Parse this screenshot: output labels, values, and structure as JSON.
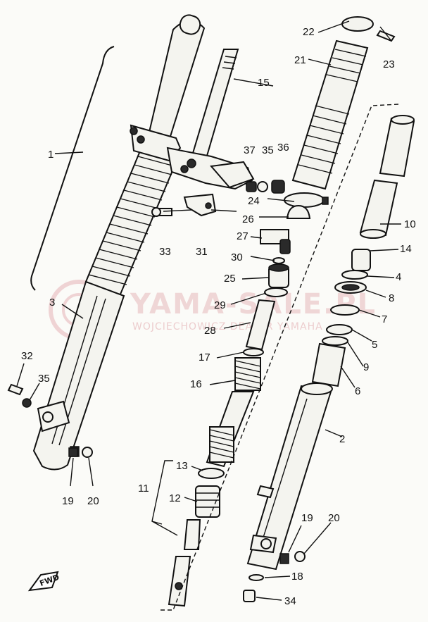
{
  "callouts": [
    {
      "id": "c1",
      "label": "1"
    },
    {
      "id": "c2",
      "label": "2"
    },
    {
      "id": "c3",
      "label": "3"
    },
    {
      "id": "c4",
      "label": "4"
    },
    {
      "id": "c5",
      "label": "5"
    },
    {
      "id": "c6",
      "label": "6"
    },
    {
      "id": "c7",
      "label": "7"
    },
    {
      "id": "c8",
      "label": "8"
    },
    {
      "id": "c9",
      "label": "9"
    },
    {
      "id": "c10",
      "label": "10"
    },
    {
      "id": "c11",
      "label": "11"
    },
    {
      "id": "c12",
      "label": "12"
    },
    {
      "id": "c13",
      "label": "13"
    },
    {
      "id": "c14",
      "label": "14"
    },
    {
      "id": "c15",
      "label": "15"
    },
    {
      "id": "c16",
      "label": "16"
    },
    {
      "id": "c17",
      "label": "17"
    },
    {
      "id": "c18",
      "label": "18"
    },
    {
      "id": "c19a",
      "label": "19"
    },
    {
      "id": "c19b",
      "label": "19"
    },
    {
      "id": "c20a",
      "label": "20"
    },
    {
      "id": "c20b",
      "label": "20"
    },
    {
      "id": "c21",
      "label": "21"
    },
    {
      "id": "c22",
      "label": "22"
    },
    {
      "id": "c23",
      "label": "23"
    },
    {
      "id": "c24",
      "label": "24"
    },
    {
      "id": "c25",
      "label": "25"
    },
    {
      "id": "c26",
      "label": "26"
    },
    {
      "id": "c27",
      "label": "27"
    },
    {
      "id": "c28",
      "label": "28"
    },
    {
      "id": "c29",
      "label": "29"
    },
    {
      "id": "c30",
      "label": "30"
    },
    {
      "id": "c31",
      "label": "31"
    },
    {
      "id": "c32",
      "label": "32"
    },
    {
      "id": "c33",
      "label": "33"
    },
    {
      "id": "c34",
      "label": "34"
    },
    {
      "id": "c35a",
      "label": "35"
    },
    {
      "id": "c35b",
      "label": "35"
    },
    {
      "id": "c36",
      "label": "36"
    },
    {
      "id": "c37",
      "label": "37"
    }
  ],
  "fwd_marker": {
    "label": "FWD"
  },
  "watermark": {
    "title": "YAMA-SALE.PL",
    "subtitle": "WOJCIECHOWICZ DEALER YAMAHA",
    "color": "#e3a3a8"
  },
  "colors": {
    "ink": "#111111",
    "paper": "#fbfbf8"
  }
}
